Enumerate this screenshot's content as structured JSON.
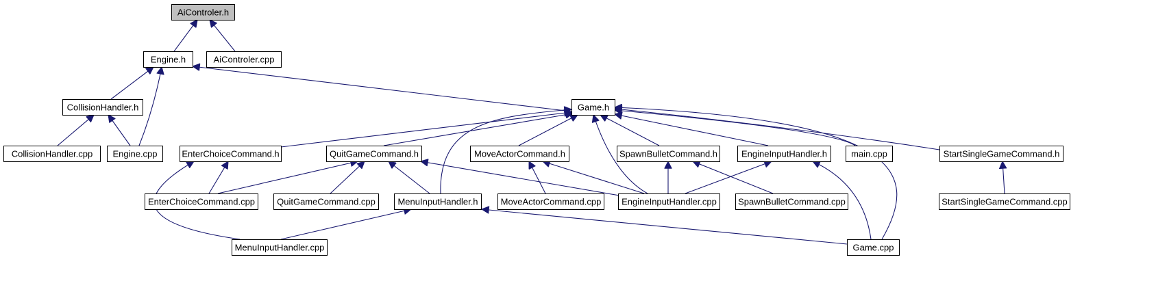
{
  "diagram": {
    "type": "include-dependency-graph",
    "colors": {
      "edge": "#191970",
      "root_fill": "#bfbfbf",
      "node_fill": "#ffffff",
      "node_border": "#000000"
    },
    "nodes": [
      {
        "id": "aicontroler_h",
        "label": "AiControler.h",
        "root": true
      },
      {
        "id": "engine_h",
        "label": "Engine.h"
      },
      {
        "id": "aicontroler_cpp",
        "label": "AiControler.cpp"
      },
      {
        "id": "collisionhandler_h",
        "label": "CollisionHandler.h"
      },
      {
        "id": "game_h",
        "label": "Game.h"
      },
      {
        "id": "collisionhandler_cpp",
        "label": "CollisionHandler.cpp"
      },
      {
        "id": "engine_cpp",
        "label": "Engine.cpp"
      },
      {
        "id": "enterchoicecommand_h",
        "label": "EnterChoiceCommand.h"
      },
      {
        "id": "quitgamecommand_h",
        "label": "QuitGameCommand.h"
      },
      {
        "id": "moveactorcommand_h",
        "label": "MoveActorCommand.h"
      },
      {
        "id": "spawnbulletcommand_h",
        "label": "SpawnBulletCommand.h"
      },
      {
        "id": "engineinputhandler_h",
        "label": "EngineInputHandler.h"
      },
      {
        "id": "main_cpp",
        "label": "main.cpp"
      },
      {
        "id": "startsinglegamecommand_h",
        "label": "StartSingleGameCommand.h"
      },
      {
        "id": "enterchoicecommand_cpp",
        "label": "EnterChoiceCommand.cpp"
      },
      {
        "id": "quitgamecommand_cpp",
        "label": "QuitGameCommand.cpp"
      },
      {
        "id": "menuinputhandler_h",
        "label": "MenuInputHandler.h"
      },
      {
        "id": "moveactorcommand_cpp",
        "label": "MoveActorCommand.cpp"
      },
      {
        "id": "engineinputhandler_cpp",
        "label": "EngineInputHandler.cpp"
      },
      {
        "id": "spawnbulletcommand_cpp",
        "label": "SpawnBulletCommand.cpp"
      },
      {
        "id": "startsinglegamecommand_cpp",
        "label": "StartSingleGameCommand.cpp"
      },
      {
        "id": "menuinputhandler_cpp",
        "label": "MenuInputHandler.cpp"
      },
      {
        "id": "game_cpp",
        "label": "Game.cpp"
      }
    ],
    "edges": [
      {
        "from": "engine_h",
        "to": "aicontroler_h"
      },
      {
        "from": "aicontroler_cpp",
        "to": "aicontroler_h"
      },
      {
        "from": "collisionhandler_h",
        "to": "engine_h"
      },
      {
        "from": "engine_cpp",
        "to": "engine_h"
      },
      {
        "from": "game_h",
        "to": "engine_h"
      },
      {
        "from": "collisionhandler_cpp",
        "to": "collisionhandler_h"
      },
      {
        "from": "engine_cpp",
        "to": "collisionhandler_h"
      },
      {
        "from": "enterchoicecommand_h",
        "to": "game_h"
      },
      {
        "from": "quitgamecommand_h",
        "to": "game_h"
      },
      {
        "from": "menuinputhandler_h",
        "to": "game_h"
      },
      {
        "from": "moveactorcommand_h",
        "to": "game_h"
      },
      {
        "from": "engineinputhandler_cpp",
        "to": "game_h"
      },
      {
        "from": "spawnbulletcommand_h",
        "to": "game_h"
      },
      {
        "from": "engineinputhandler_h",
        "to": "game_h"
      },
      {
        "from": "main_cpp",
        "to": "game_h"
      },
      {
        "from": "startsinglegamecommand_h",
        "to": "game_h"
      },
      {
        "from": "game_cpp",
        "to": "game_h"
      },
      {
        "from": "enterchoicecommand_cpp",
        "to": "enterchoicecommand_h"
      },
      {
        "from": "menuinputhandler_cpp",
        "to": "enterchoicecommand_h"
      },
      {
        "from": "enterchoicecommand_cpp",
        "to": "quitgamecommand_h"
      },
      {
        "from": "quitgamecommand_cpp",
        "to": "quitgamecommand_h"
      },
      {
        "from": "menuinputhandler_h",
        "to": "quitgamecommand_h"
      },
      {
        "from": "engineinputhandler_cpp",
        "to": "quitgamecommand_h"
      },
      {
        "from": "moveactorcommand_cpp",
        "to": "moveactorcommand_h"
      },
      {
        "from": "engineinputhandler_cpp",
        "to": "moveactorcommand_h"
      },
      {
        "from": "engineinputhandler_cpp",
        "to": "spawnbulletcommand_h"
      },
      {
        "from": "spawnbulletcommand_cpp",
        "to": "spawnbulletcommand_h"
      },
      {
        "from": "engineinputhandler_cpp",
        "to": "engineinputhandler_h"
      },
      {
        "from": "game_cpp",
        "to": "engineinputhandler_h"
      },
      {
        "from": "startsinglegamecommand_cpp",
        "to": "startsinglegamecommand_h"
      },
      {
        "from": "menuinputhandler_cpp",
        "to": "menuinputhandler_h"
      },
      {
        "from": "game_cpp",
        "to": "menuinputhandler_h"
      }
    ]
  }
}
